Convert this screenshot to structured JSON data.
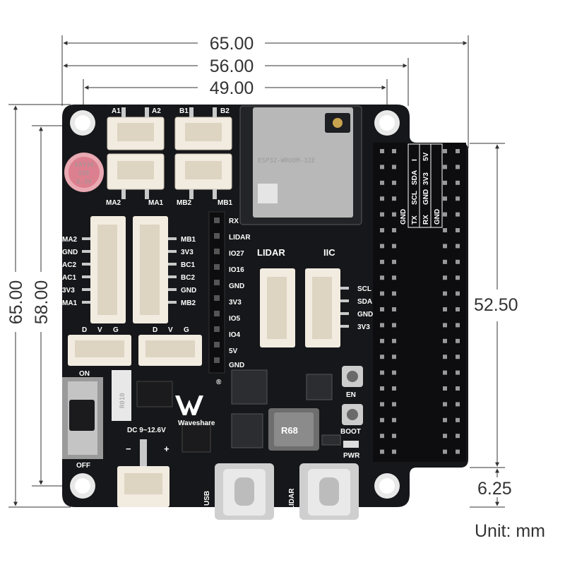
{
  "dimensions": {
    "top_overall": "65.00",
    "top_mid": "56.00",
    "top_inner": "49.00",
    "left_overall": "65.00",
    "left_inner": "58.00",
    "right_header": "52.50",
    "right_offset": "6.25",
    "unit_note": "Unit: mm"
  },
  "motor_ports": {
    "top": [
      "A1",
      "A2",
      "B1",
      "B2"
    ],
    "bottom": [
      "MA2",
      "MA1",
      "MB2",
      "MB1"
    ]
  },
  "left_connector_a": [
    "MA2",
    "GND",
    "AC2",
    "AC1",
    "3V3",
    "MA1"
  ],
  "left_connector_b": [
    "MB1",
    "3V3",
    "BC1",
    "BC2",
    "GND",
    "MB2"
  ],
  "servo_pins": [
    "D",
    "V",
    "G"
  ],
  "io_header": [
    "RX",
    "LIDAR",
    "IO27",
    "IO16",
    "GND",
    "3V3",
    "IO5",
    "IO4",
    "5V",
    "GND"
  ],
  "section_labels": {
    "lidar": "LIDAR",
    "iic": "IIC"
  },
  "iic_pins": [
    "SCL",
    "SDA",
    "GND",
    "3V3"
  ],
  "gpio_table": {
    "row1": [
      "I",
      "SDA",
      "3V3"
    ],
    "row2": [
      "I",
      "SCL",
      "GND",
      "5V"
    ],
    "row3": [
      "GND",
      "I",
      "TX",
      "RX",
      "GND"
    ]
  },
  "power": {
    "on": "ON",
    "off": "OFF",
    "input": "DC 9~12.6V",
    "minus": "−",
    "plus": "+",
    "resistor": "R010",
    "inductor": "R68"
  },
  "buttons": {
    "en": "EN",
    "boot": "BOOT",
    "pwr": "PWR"
  },
  "usb_labels": {
    "usb": "USB",
    "lidar": "LIDAR"
  },
  "brand": {
    "name": "Waveshare",
    "registered": "®"
  },
  "capacitor": {
    "line1": "EAY16",
    "line2": "330",
    "line3": "6.3V"
  },
  "module": {
    "line1": "ESP32-WROOM-32E"
  },
  "colors": {
    "board": "#16171a",
    "connector": "#f2ebe0",
    "pin": "#c9c9c9",
    "accent": "#e64d5a"
  }
}
